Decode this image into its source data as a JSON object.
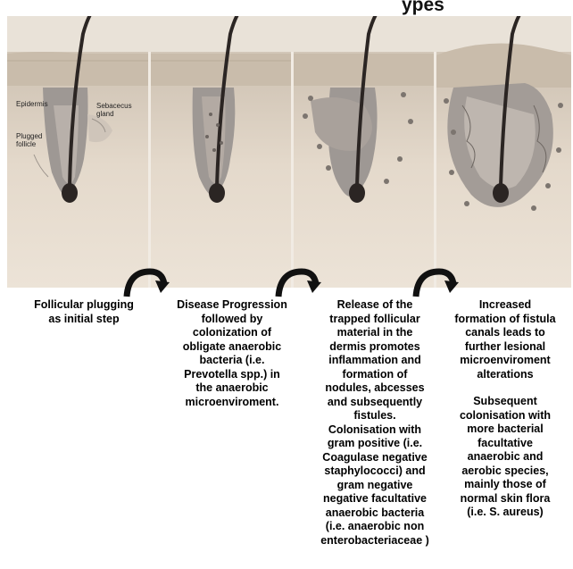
{
  "header": {
    "title_fragment": "ypes"
  },
  "labels": {
    "epidermis": "Epidermis",
    "sebaceous_gland": "Sebacecus gland",
    "plugged_follicle": "Plugged follicle"
  },
  "steps": [
    {
      "lines": [
        "Follicular plugging",
        "as initial step"
      ]
    },
    {
      "lines": [
        "Disease Progression",
        "followed by",
        "colonization of",
        "obligate anaerobic",
        "bacteria (i.e.",
        "Prevotella spp.) in",
        "the anaerobic",
        "microenviroment."
      ]
    },
    {
      "lines": [
        "Release of the",
        "trapped follicular",
        "material in the",
        "dermis promotes",
        "inflammation and",
        "formation of",
        "nodules, abcesses",
        "and subsequently",
        "fistules.",
        "Colonisation with",
        "gram positive (i.e.",
        "Coagulase negative",
        "staphylococci) and",
        "gram negative",
        "negative facultative",
        "anaerobic bacteria",
        "(i.e. anaerobic non",
        "enterobacteriaceae )"
      ]
    },
    {
      "lines": [
        "Increased",
        "formation of fistula",
        "canals leads to",
        "further lesional",
        "microenviroment",
        "alterations",
        "",
        "Subsequent",
        "colonisation with",
        "more bacterial",
        "facultative",
        "anaerobic and",
        "aerobic species,",
        "mainly those of",
        "normal skin flora",
        "(i.e. S. aureus)"
      ]
    }
  ],
  "colors": {
    "skin_surface": "#cfc3b4",
    "dermis": "#e6dbcd",
    "follicle": "#8f8a87",
    "hair": "#2b2523",
    "arrow": "#111111"
  }
}
